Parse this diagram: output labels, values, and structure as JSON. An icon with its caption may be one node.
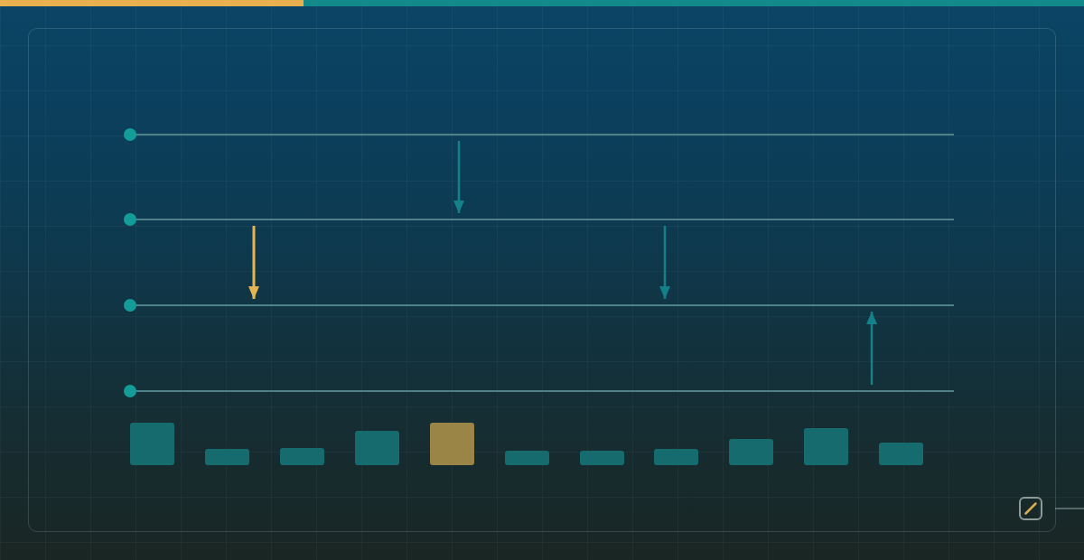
{
  "diagram": {
    "nodes": [
      {
        "text": [],
        "shape": "line"
      },
      {
        "text": [],
        "shape": "line"
      },
      {
        "text": [],
        "shape": "line"
      },
      {
        "text": [],
        "shape": "line"
      }
    ],
    "edges": [
      {
        "from": 0,
        "to": 1,
        "arrow": "to"
      },
      {
        "from": 1,
        "to": 2,
        "arrow": "to",
        "color": "#e5b552"
      },
      {
        "from": 1,
        "to": 2,
        "arrow": "to"
      },
      {
        "from": 3,
        "to": 2,
        "arrow": "to"
      }
    ]
  }
}
